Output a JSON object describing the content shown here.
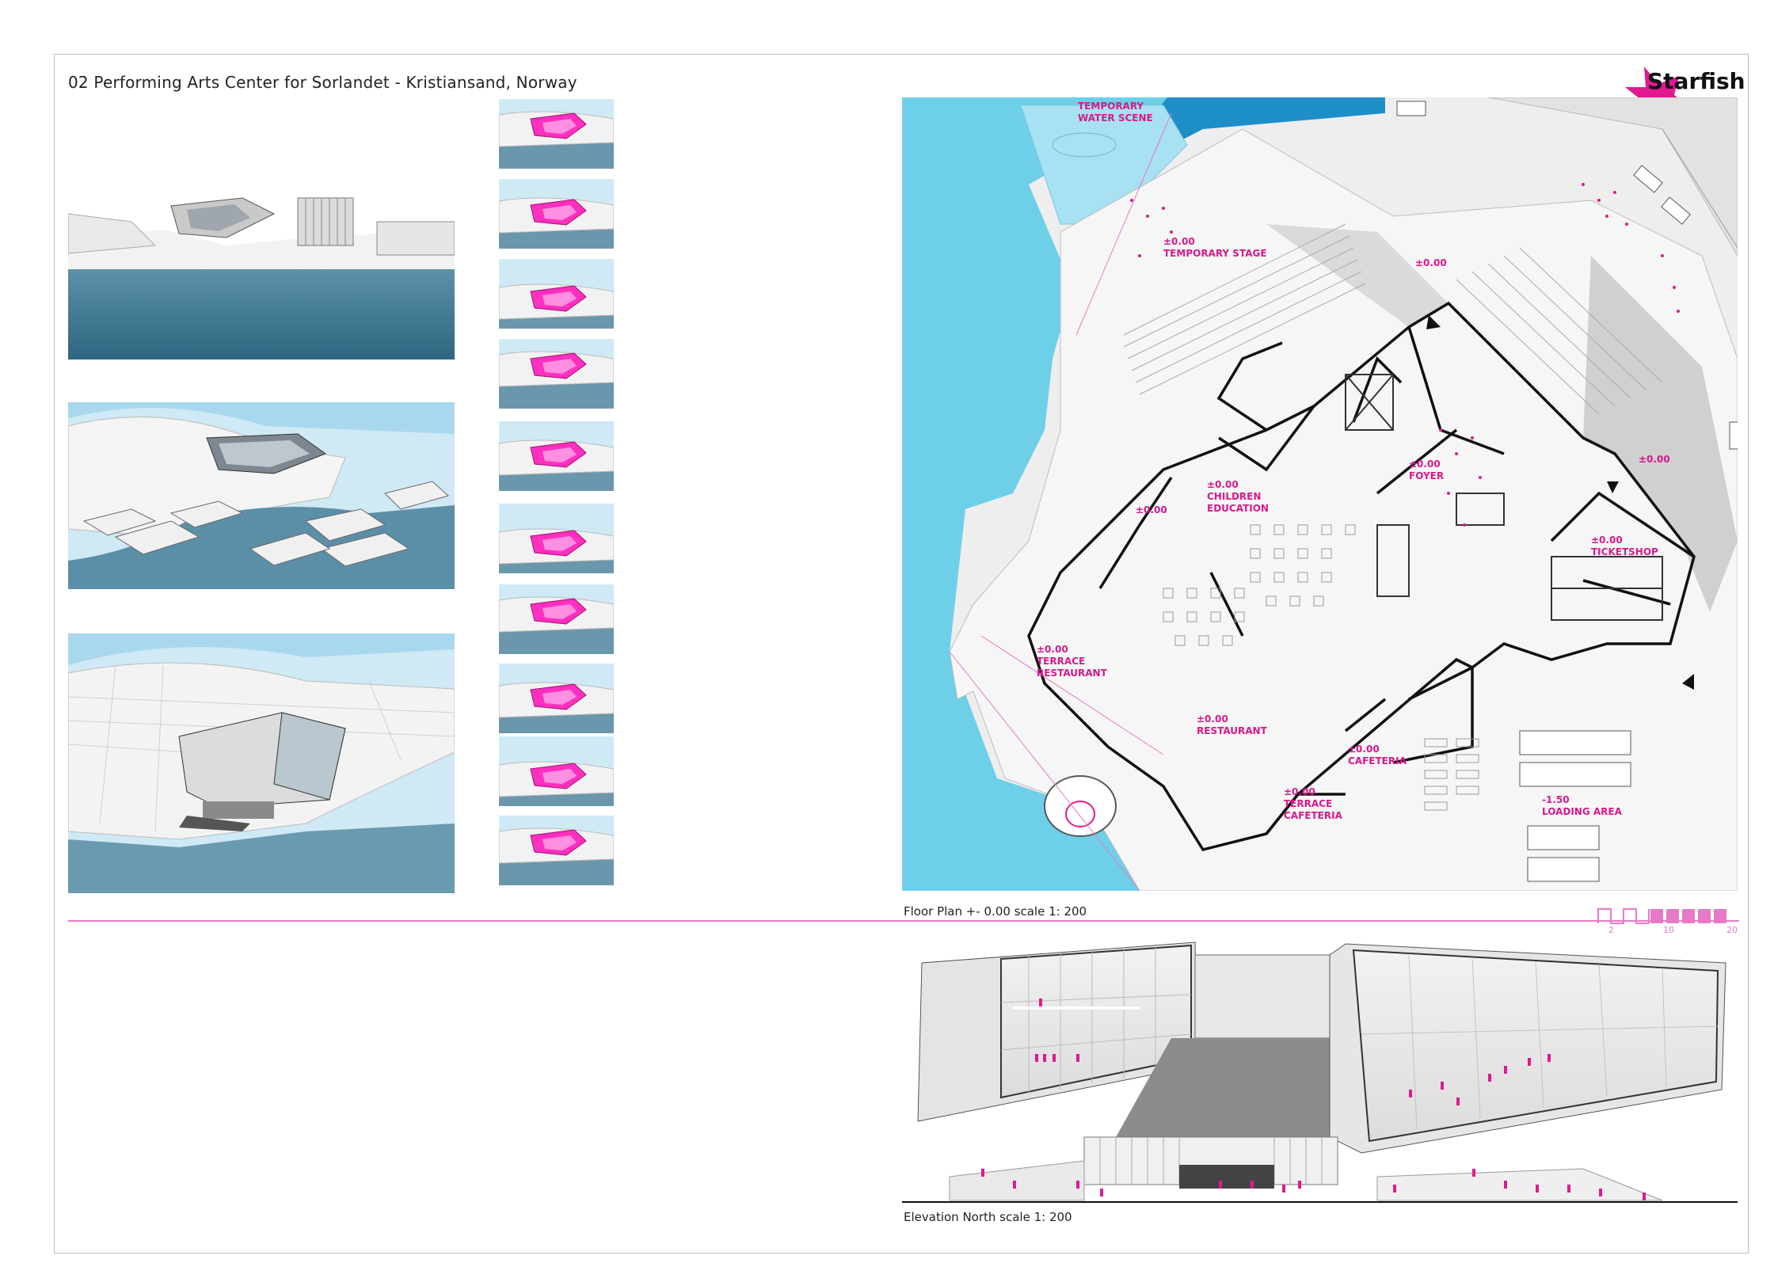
{
  "title": "02 Performing Arts Center for Sorlandet - Kristiansand, Norway",
  "logo": {
    "text": "Starfish",
    "color": "#e0198f"
  },
  "renders": [
    {
      "name": "render-aerial-harbor",
      "top": 0
    },
    {
      "name": "render-aerial-town",
      "top": 0
    },
    {
      "name": "render-aerial-closeup",
      "top": 0
    }
  ],
  "thumbnails_count": 10,
  "floor_plan": {
    "caption": "Floor Plan +- 0.00  scale 1: 200",
    "rooms": [
      {
        "id": "temporary-water-scene",
        "lines": [
          "TEMPORARY",
          "WATER SCENE"
        ]
      },
      {
        "id": "temporary-stage",
        "lines": [
          "±0.00",
          "TEMPORARY STAGE"
        ]
      },
      {
        "id": "level-top",
        "lines": [
          "±0.00"
        ]
      },
      {
        "id": "level-right",
        "lines": [
          "±0.00"
        ]
      },
      {
        "id": "foyer",
        "lines": [
          "±0.00",
          "FOYER"
        ]
      },
      {
        "id": "children-education",
        "lines": [
          "±0.00",
          "CHILDREN",
          "EDUCATION"
        ]
      },
      {
        "id": "level-left",
        "lines": [
          "±0.00"
        ]
      },
      {
        "id": "ticketshop",
        "lines": [
          "±0.00",
          "TICKETSHOP"
        ]
      },
      {
        "id": "terrace-restaurant",
        "lines": [
          "±0.00",
          "TERRACE",
          "RESTAURANT"
        ]
      },
      {
        "id": "restaurant",
        "lines": [
          "±0.00",
          "RESTAURANT"
        ]
      },
      {
        "id": "cafeteria",
        "lines": [
          "±0.00",
          "CAFETERIA"
        ]
      },
      {
        "id": "terrace-cafeteria",
        "lines": [
          "±0.00",
          "TERRACE",
          "CAFETERIA"
        ]
      },
      {
        "id": "loading-area",
        "lines": [
          "-1.50",
          "LOADING AREA"
        ]
      }
    ]
  },
  "scale": {
    "ticks": [
      "2",
      "10",
      "20"
    ]
  },
  "elevation": {
    "caption": "Elevation North  scale 1: 200"
  },
  "colors": {
    "accent": "#e0198f",
    "water": "#6ecfe8",
    "accent_line": "#e67ac6"
  }
}
